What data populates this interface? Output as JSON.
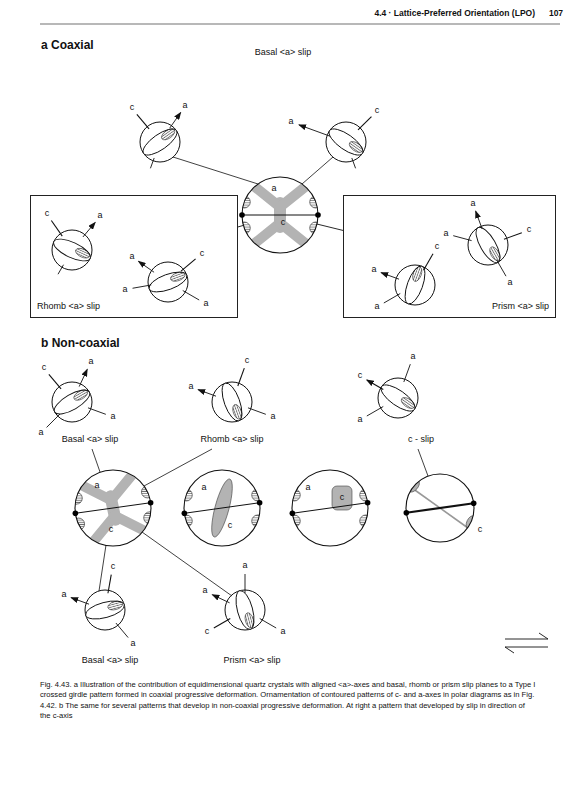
{
  "diagram": {
    "caption": "Fig. 4.43. a Illustration of the contribution of equidimensional quartz crystals with aligned <a>-axes and basal, rhomb or prism slip planes to a Type I crossed girdle pattern formed in coaxial progressive deformation. Ornamentation of contoured patterns of c- and a-axes in polar diagrams as in Fig. 4.42. b The same for several patterns that develop in non-coaxial progressive deformation. At right a pattern that developed by slip in direction of the c-axis",
    "nodes": [
      {
        "text": [
          "a",
          "c"
        ]
      },
      {
        "text": [
          "Rhomb <a> slip"
        ]
      },
      {
        "text": [
          "Prism <a> slip"
        ]
      },
      {
        "text": [
          "a",
          "c"
        ]
      },
      {
        "text": [
          "a",
          "c"
        ]
      },
      {
        "text": [
          "a",
          "c"
        ]
      },
      {
        "text": [
          "c"
        ]
      }
    ],
    "edges": [
      {
        "from": 1,
        "to": 0,
        "arrow": "none"
      },
      {
        "from": 2,
        "to": 0,
        "arrow": "none"
      }
    ],
    "labels": [
      "4.4 · Lattice-Preferred Orientation (LPO)",
      "107",
      "a Coaxial",
      "Basal <a> slip",
      "c",
      "a",
      "a",
      "c",
      "c",
      "a",
      "a",
      "c",
      "a",
      "a",
      "a",
      "a",
      "c",
      "a",
      "c",
      "a",
      "a",
      "b Non-coaxial",
      "a",
      "c",
      "a",
      "a",
      "c",
      "a",
      "a",
      "a",
      "c",
      "a",
      "Basal <a> slip",
      "Rhomb <a> slip",
      "c - slip",
      "c",
      "a",
      "a",
      "a",
      "a",
      "a",
      "c",
      "Basal <a> slip",
      "Prism <a> slip"
    ]
  }
}
